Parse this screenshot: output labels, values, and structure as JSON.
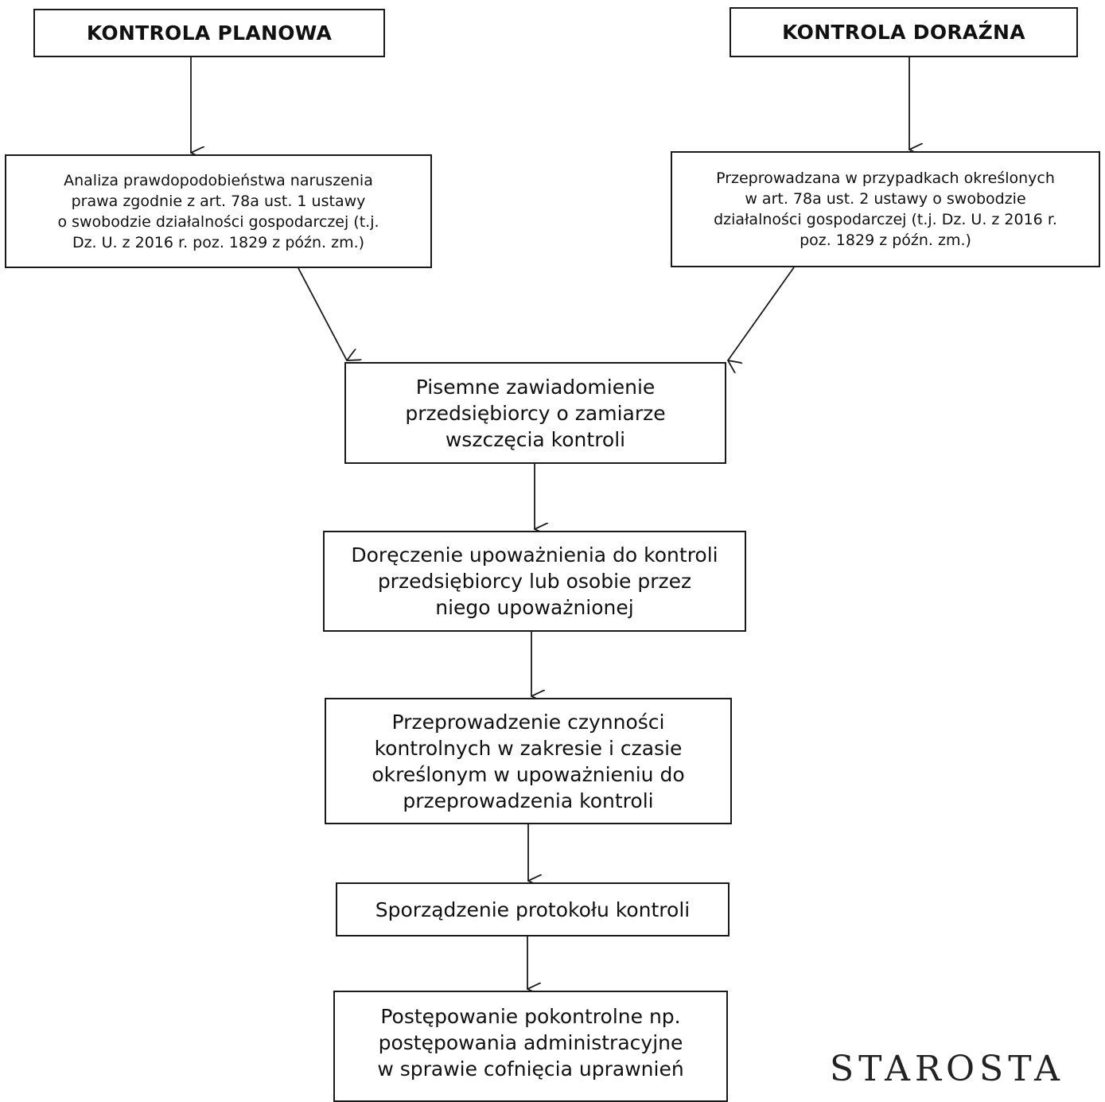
{
  "boxes": {
    "planowa": "KONTROLA PLANOWA",
    "dorazna": "KONTROLA DORAŹNA",
    "analiza": "Analiza prawdopodobieństwa naruszenia\nprawa zgodnie z art. 78a ust. 1 ustawy\no swobodzie działalności gospodarczej (t.j.\nDz. U. z 2016 r. poz. 1829 z późn. zm.)",
    "przeprowadzana": "Przeprowadzana w przypadkach określonych\nw art. 78a ust. 2 ustawy o swobodzie\ndziałalności gospodarczej (t.j. Dz. U. z 2016 r.\npoz. 1829 z późn. zm.)",
    "pisemne": "Pisemne zawiadomienie\nprzedsiębiorcy o zamiarze\nwszczęcia kontroli",
    "doreczenie": "Doręczenie upoważnienia do kontroli\nprzedsiębiorcy lub osobie przez\nniego upoważnionej",
    "czynnosci": "Przeprowadzenie czynności\nkontrolnych w zakresie i czasie\nokreślonym w upoważnieniu do\nprzeprowadzenia kontroli",
    "protokol": "Sporządzenie protokołu kontroli",
    "postepowanie": "Postępowanie pokontrolne np.\npostępowania administracyjne\nw sprawie cofnięcia uprawnień"
  },
  "stamp": "STAROSTA"
}
